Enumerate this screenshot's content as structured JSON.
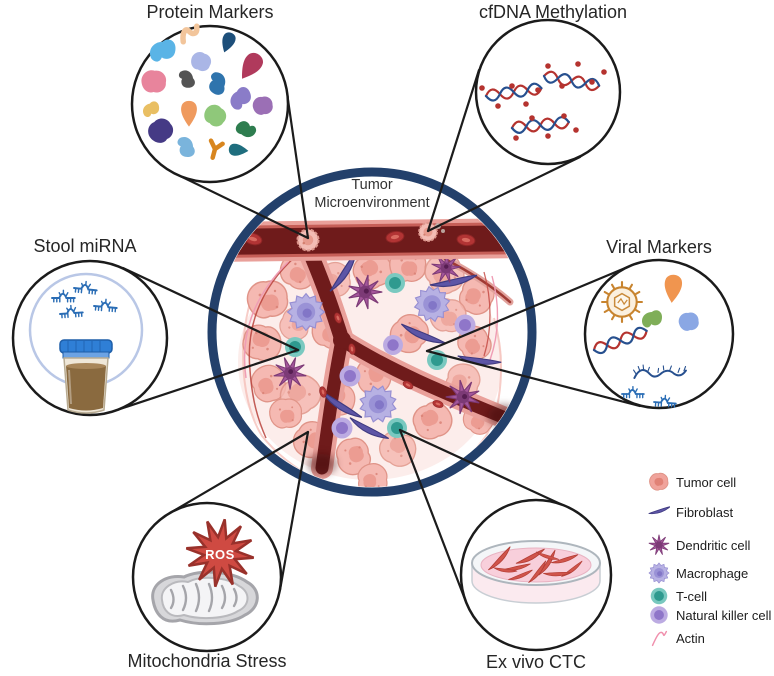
{
  "center": {
    "line1": "Tumor",
    "line2": "Microenvironment"
  },
  "satellites": {
    "protein": {
      "label": "Protein Markers"
    },
    "cfdna": {
      "label": "cfDNA Methylation"
    },
    "stool": {
      "label": "Stool miRNA"
    },
    "viral": {
      "label": "Viral Markers"
    },
    "mito": {
      "label": "Mitochondria Stress",
      "burst_text": "ROS"
    },
    "exvivo": {
      "label": "Ex vivo CTC"
    }
  },
  "legend": {
    "items": [
      {
        "name": "tumor-cell",
        "label": "Tumor cell",
        "color": "#f0a39b"
      },
      {
        "name": "fibroblast",
        "label": "Fibroblast",
        "color": "#5d55a6"
      },
      {
        "name": "dendritic-cell",
        "label": "Dendritic cell",
        "color": "#a4569b"
      },
      {
        "name": "macrophage",
        "label": "Macrophage",
        "color": "#b7b1e3"
      },
      {
        "name": "t-cell",
        "label": "T-cell",
        "color": "#79c8bf"
      },
      {
        "name": "natural-killer-cell",
        "label": "Natural killer cell",
        "color": "#bcabe2"
      },
      {
        "name": "actin",
        "label": "Actin",
        "color": "#f090ad"
      }
    ]
  },
  "colors": {
    "center_ring": "#23406b",
    "satellite_ring": "#1b1b1b",
    "callout_line": "#1c1c1c",
    "vessel_dark": "#6f1b1b",
    "vessel_wall_pink": "#e9a09a",
    "tumor_cell_pink": "#f5b9b2",
    "ros_burst_red": "#cf4a42",
    "mito_gray": "#d7d7da",
    "dna_red": "#b5332f",
    "dna_blue": "#27508f",
    "mirna_blue": "#2a6db5",
    "virus_orange": "#c8842f",
    "stool_brown": "#8a6a3f",
    "jar_cap_blue": "#2f7fd6",
    "petri_media_pink": "#f8cfdb"
  }
}
